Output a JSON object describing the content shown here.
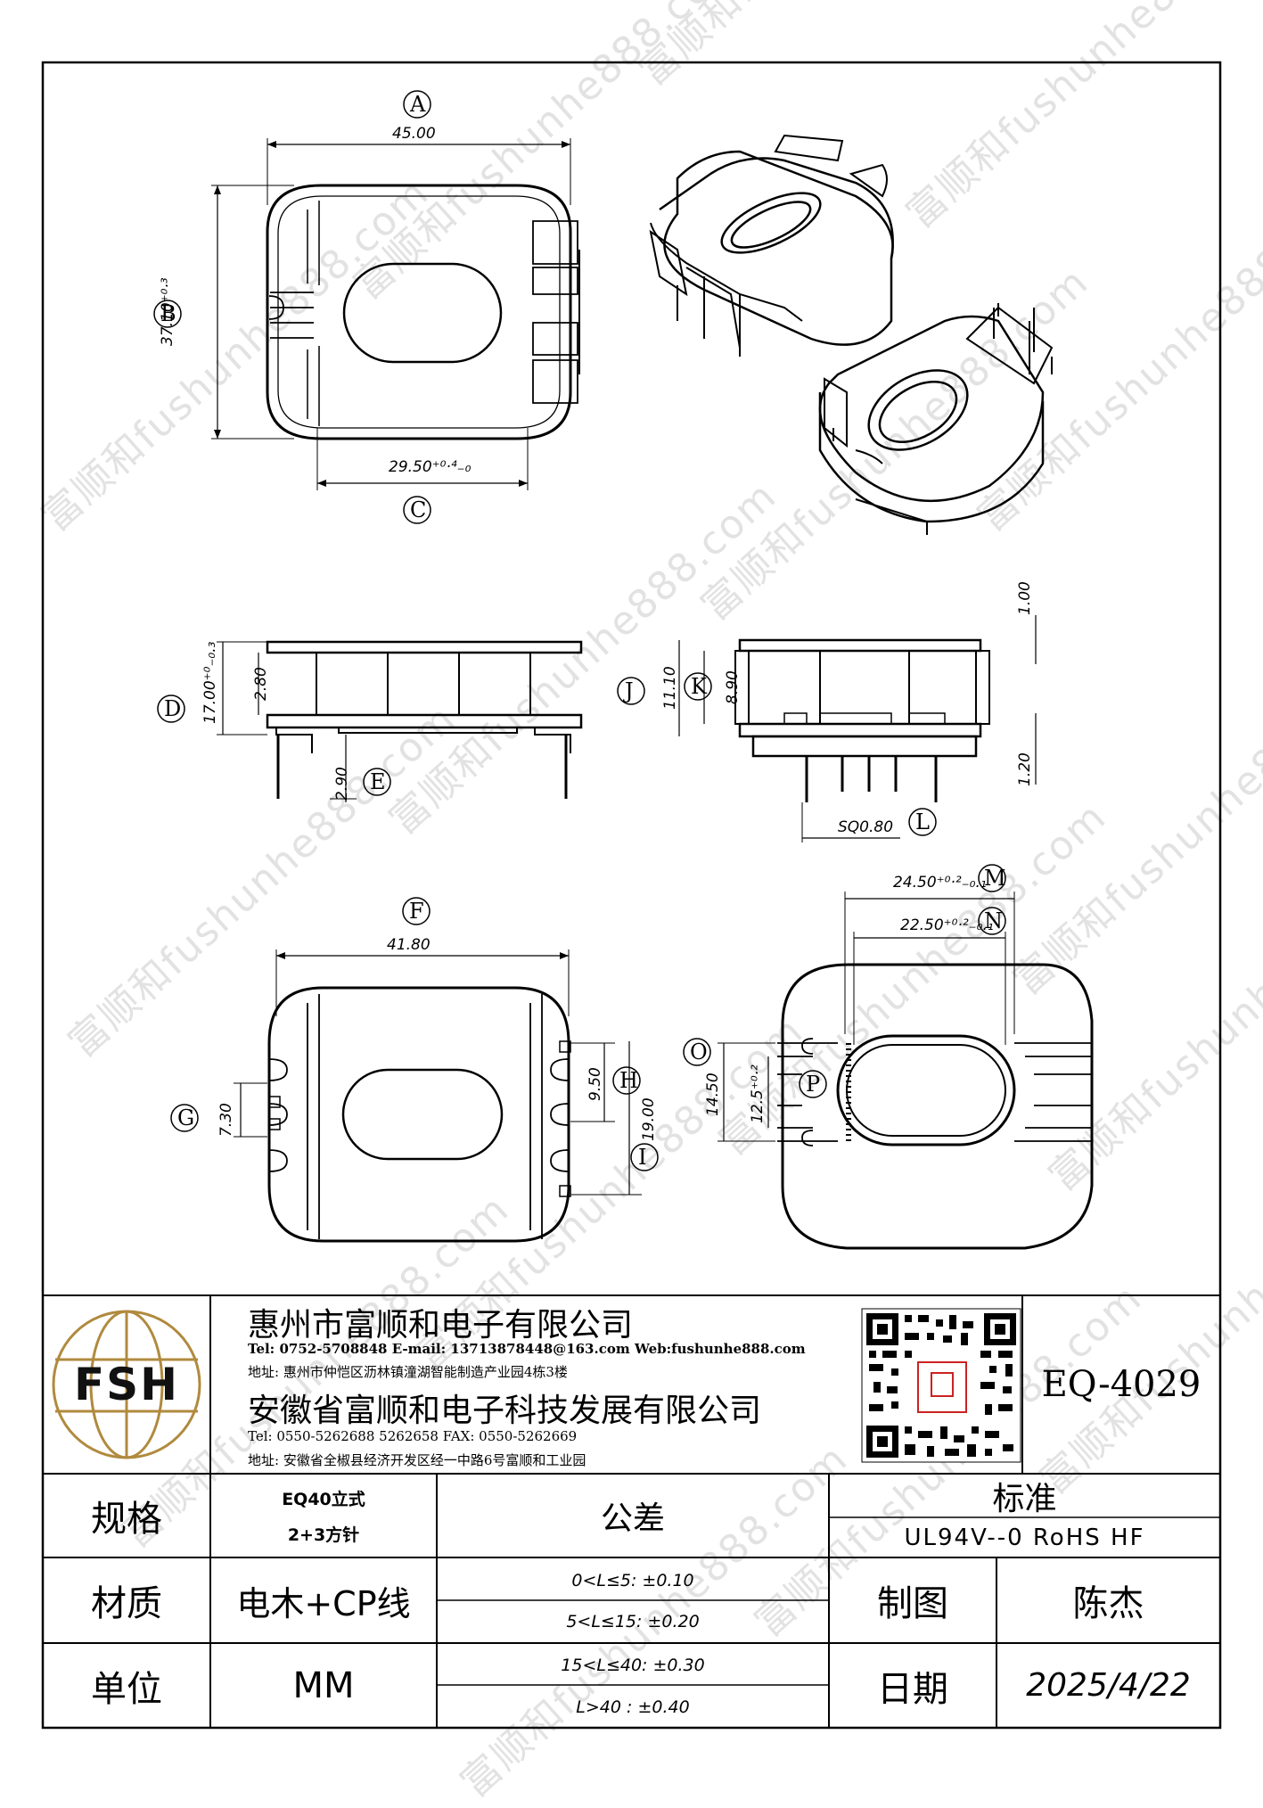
{
  "watermark": {
    "text": "富顺和fushunhe888.com"
  },
  "drawing": {
    "label_a": "A",
    "label_b": "B",
    "label_c": "C",
    "label_d": "D",
    "label_e": "E",
    "label_f": "F",
    "label_g": "G",
    "label_h": "H",
    "label_i": "I",
    "label_j": "J",
    "label_k": "K",
    "label_l": "L",
    "label_m": "M",
    "label_n": "N",
    "label_o": "O",
    "label_p": "P",
    "dim_a": "45.00",
    "dim_b": "37.10⁺⁰·³",
    "dim_c": "29.50⁺⁰·⁴₋₀",
    "dim_d": "17.00⁺⁰₋₀.₃",
    "dim_d2": "2.80",
    "dim_e": "2.90",
    "dim_j": "11.10",
    "dim_k": "8.90",
    "dim_top": "1.00",
    "dim_bottom": "1.20",
    "dim_l": "SQ0.80",
    "dim_f": "41.80",
    "dim_g": "7.30",
    "dim_h": "9.50",
    "dim_i": "19.00",
    "dim_m": "24.50⁺⁰·²₋₀.₁",
    "dim_n": "22.50⁺⁰·²₋₀.₁",
    "dim_o": "14.50",
    "dim_p": "12.5⁺⁰·²"
  },
  "company": {
    "logo_text": "FSH",
    "name1": "惠州市富顺和电子有限公司",
    "tel1": "Tel: 0752-5708848  E-mail: 13713878448@163.com  Web:fushunhe888.com",
    "addr1": "地址: 惠州市仲恺区沥林镇潼湖智能制造产业园4栋3楼",
    "name2": "安徽省富顺和电子科技发展有限公司",
    "tel2": "Tel: 0550-5262688  5262658      FAX: 0550-5262669",
    "addr2": "地址: 安徽省全椒县经济开发区经一中路6号富顺和工业园",
    "part_no": "EQ-4029"
  },
  "table": {
    "spec_label": "规格",
    "spec_value1": "EQ40立式",
    "spec_value2": "2+3方针",
    "tolerance_label": "公差",
    "standard_label": "标准",
    "standard_value": "UL94V--0  RoHS HF",
    "material_label": "材质",
    "material_value": "电木+CP线",
    "tol1": "0<L≤5: ±0.10",
    "tol2": "5<L≤15: ±0.20",
    "tol3": "15<L≤40: ±0.30",
    "tol4": "L>40 :  ±0.40",
    "drawn_label": "制图",
    "drawn_value": "陈杰",
    "unit_label": "单位",
    "unit_value": "MM",
    "date_label": "日期",
    "date_value": "2025/4/22"
  }
}
